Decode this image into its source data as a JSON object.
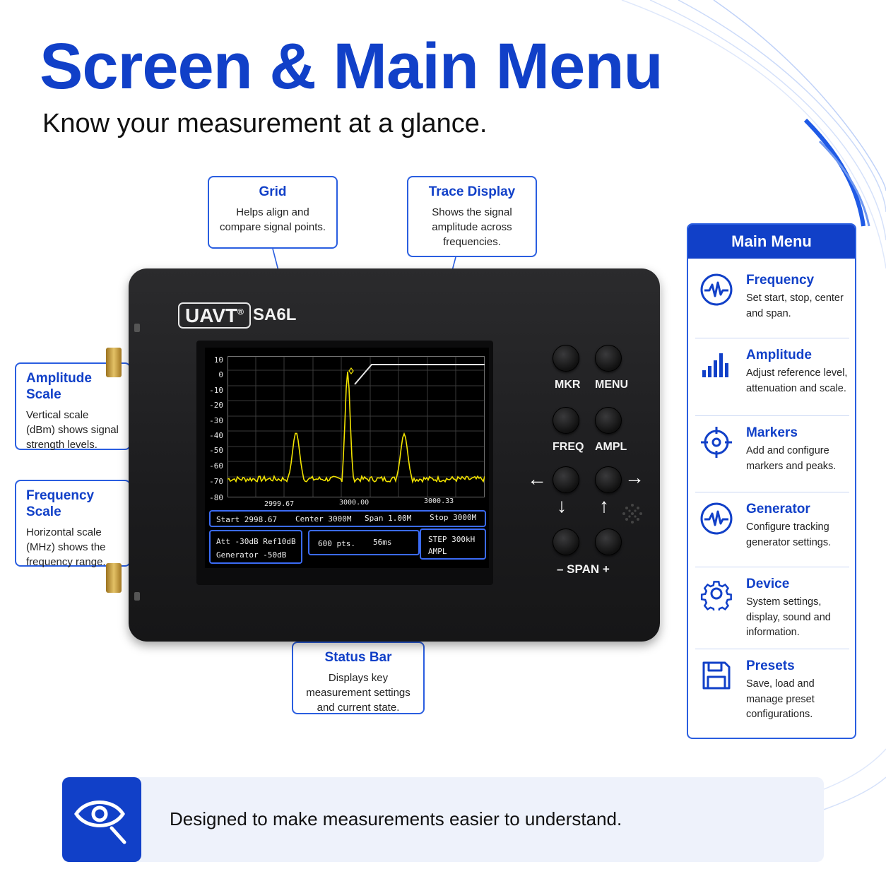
{
  "header": {
    "title": "Screen & Main Menu",
    "subtitle": "Know your measurement at a glance."
  },
  "callouts": {
    "grid": {
      "title": "Grid",
      "desc": "Helps align and compare signal points."
    },
    "trace": {
      "title": "Trace Display",
      "desc": "Shows the signal amplitude across frequencies."
    },
    "amplitude_scale": {
      "title": "Amplitude Scale",
      "desc": "Vertical scale (dBm) shows signal strength levels."
    },
    "frequency_scale": {
      "title": "Frequency Scale",
      "desc": "Horizontal scale (MHz) shows the frequency range."
    },
    "status_bar": {
      "title": "Status Bar",
      "desc": "Displays key measurement settings and current state."
    }
  },
  "device": {
    "brand": "UAVT",
    "reg": "®",
    "model": "SA6L",
    "buttons": {
      "mkr": "MKR",
      "menu": "MENU",
      "freq": "FREQ",
      "ampl": "AMPL",
      "span": "– SPAN +"
    },
    "screen": {
      "y_ticks": [
        "10",
        "0",
        "-10",
        "-20",
        "-30",
        "-40",
        "-50",
        "-60",
        "-70",
        "-80"
      ],
      "x_ticks": [
        "2999.67",
        "3000.00",
        "3000.33"
      ],
      "status_row1": {
        "start": "Start  2998.67",
        "center": "Center  3000M",
        "span": "Span  1.00M",
        "stop": "Stop  3000M"
      },
      "status_att": "Att -30dB Ref10dB",
      "status_gen": "Generator -50dB",
      "status_pts": "600 pts.",
      "status_time": "56ms",
      "status_step": "STEP 300kH",
      "status_ampl": "AMPL"
    }
  },
  "main_menu": {
    "title": "Main Menu",
    "items": [
      {
        "title": "Frequency",
        "desc": "Set start, stop, center and span.",
        "icon": "waveform-icon"
      },
      {
        "title": "Amplitude",
        "desc": "Adjust reference level, attenuation and scale.",
        "icon": "bar-chart-icon"
      },
      {
        "title": "Markers",
        "desc": "Add and configure markers and peaks.",
        "icon": "crosshair-icon"
      },
      {
        "title": "Generator",
        "desc": "Configure tracking generator settings.",
        "icon": "waveform-icon"
      },
      {
        "title": "Device",
        "desc": "System settings, display, sound and information.",
        "icon": "gear-icon"
      },
      {
        "title": "Presets",
        "desc": "Save, load and manage preset configurations.",
        "icon": "floppy-disk-icon"
      }
    ]
  },
  "footer": {
    "text": "Designed to make measurements easier to understand.",
    "icon": "eye-magnifier-icon"
  },
  "colors": {
    "accent": "#1140c8",
    "trace": "#f2e300",
    "status_border": "#3b6bf5",
    "marker_line": "#3b6bf5"
  }
}
